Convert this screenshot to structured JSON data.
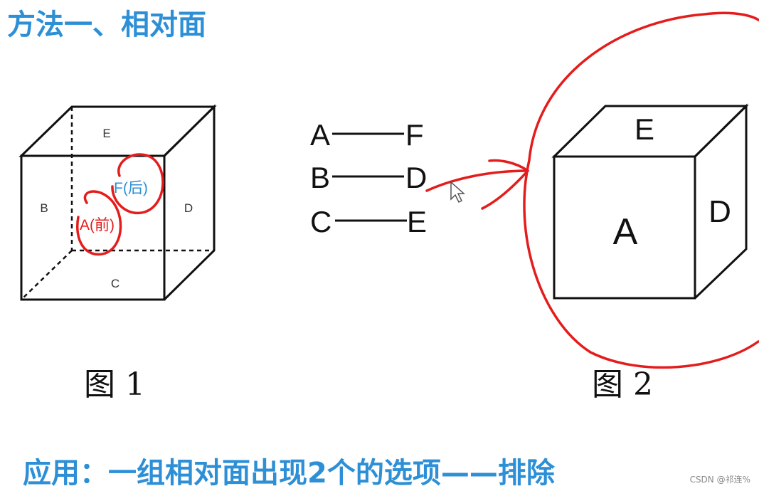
{
  "title": "方法一、相对面",
  "figure1": {
    "caption": "图 1",
    "labels": {
      "top": "E",
      "left": "B",
      "right": "D",
      "bottom": "C",
      "front": "A(前)",
      "back": "F(后)"
    }
  },
  "pairs": [
    {
      "left": "A",
      "right": "F"
    },
    {
      "left": "B",
      "right": "D"
    },
    {
      "left": "C",
      "right": "E"
    }
  ],
  "figure2": {
    "caption": "图 2",
    "labels": {
      "top": "E",
      "front": "A",
      "right": "D"
    }
  },
  "footer": "应用：一组相对面出现2个的选项——排除",
  "watermark": "CSDN @祁连%",
  "colors": {
    "title": "#2d8fd6",
    "annotation": "#e41c1c",
    "blue_label": "#2d8fd6"
  }
}
